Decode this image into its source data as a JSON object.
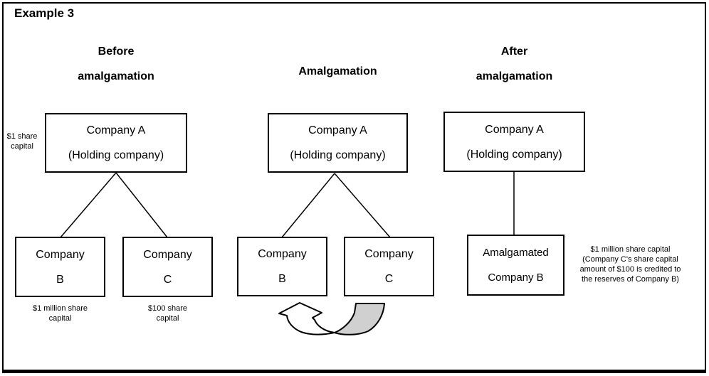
{
  "title": "Example 3",
  "colors": {
    "line": "#000000",
    "arrow_tail_fill": "#d0d0d0",
    "arrow_head_fill": "#ffffff",
    "background": "#ffffff"
  },
  "panels": {
    "before": {
      "heading": [
        "Before",
        "amalgamation"
      ],
      "company_a": [
        "Company A",
        "(Holding company)"
      ],
      "company_b": [
        "Company",
        "B"
      ],
      "company_c": [
        "Company",
        "C"
      ],
      "label_a": [
        "$1 share",
        "capital"
      ],
      "label_b": [
        "$1 million share",
        "capital"
      ],
      "label_c": [
        "$100 share",
        "capital"
      ]
    },
    "during": {
      "heading": [
        "Amalgamation"
      ],
      "company_a": [
        "Company A",
        "(Holding company)"
      ],
      "company_b": [
        "Company",
        "B"
      ],
      "company_c": [
        "Company",
        "C"
      ]
    },
    "after": {
      "heading": [
        "After",
        "amalgamation"
      ],
      "company_a": [
        "Company A",
        "(Holding company)"
      ],
      "company_b": [
        "Amalgamated",
        "Company B"
      ],
      "note": [
        "$1 million share capital",
        "(Company C's share capital",
        "amount of $100 is credited to",
        "the reserves of Company B)"
      ]
    }
  }
}
